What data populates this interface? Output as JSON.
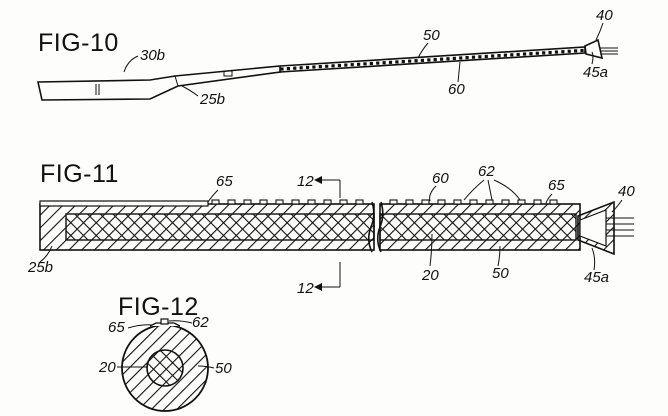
{
  "figures": [
    {
      "title": "FIG-10",
      "labels": {
        "handle": "30b",
        "tube": "50",
        "tip": "40",
        "tip_base": "45a",
        "connector": "25b",
        "bumps": "60"
      }
    },
    {
      "title": "FIG-11",
      "labels": {
        "sleeve_left": "65",
        "sleeve_right": "65",
        "bump_group": "62",
        "bump_row": "60",
        "tip": "40",
        "tip_base": "45a",
        "connector": "25b",
        "core": "20",
        "tube": "50",
        "section_top": "12",
        "section_bottom": "12"
      }
    },
    {
      "title": "FIG-12",
      "labels": {
        "sleeve": "65",
        "bump": "62",
        "core": "20",
        "tube": "50"
      }
    }
  ]
}
